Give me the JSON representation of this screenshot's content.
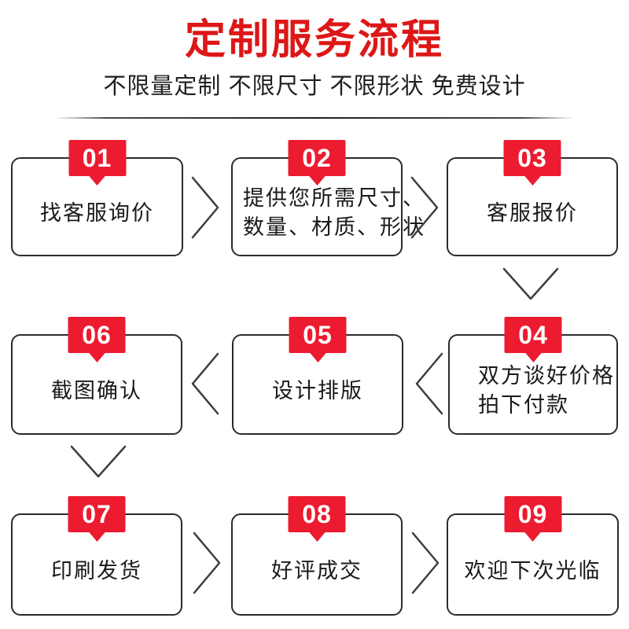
{
  "header": {
    "title": "定制服务流程",
    "subtitle": "不限量定制 不限尺寸 不限形状 免费设计"
  },
  "colors": {
    "title_red": "#dd1717",
    "badge_red": "#ec1b30",
    "box_border": "#2b2b2b",
    "arrow_gray": "#3d3d3d",
    "text_dark": "#1a1a1a"
  },
  "steps": [
    {
      "num": "01",
      "lines": [
        "找客服询价"
      ]
    },
    {
      "num": "02",
      "lines": [
        "提供您所需尺寸、",
        "数量、材质、形状"
      ]
    },
    {
      "num": "03",
      "lines": [
        "客服报价"
      ]
    },
    {
      "num": "04",
      "lines": [
        "双方谈好价格",
        "拍下付款"
      ]
    },
    {
      "num": "05",
      "lines": [
        "设计排版"
      ]
    },
    {
      "num": "06",
      "lines": [
        "截图确认"
      ]
    },
    {
      "num": "07",
      "lines": [
        "印刷发货"
      ]
    },
    {
      "num": "08",
      "lines": [
        "好评成交"
      ]
    },
    {
      "num": "09",
      "lines": [
        "欢迎下次光临"
      ]
    }
  ]
}
